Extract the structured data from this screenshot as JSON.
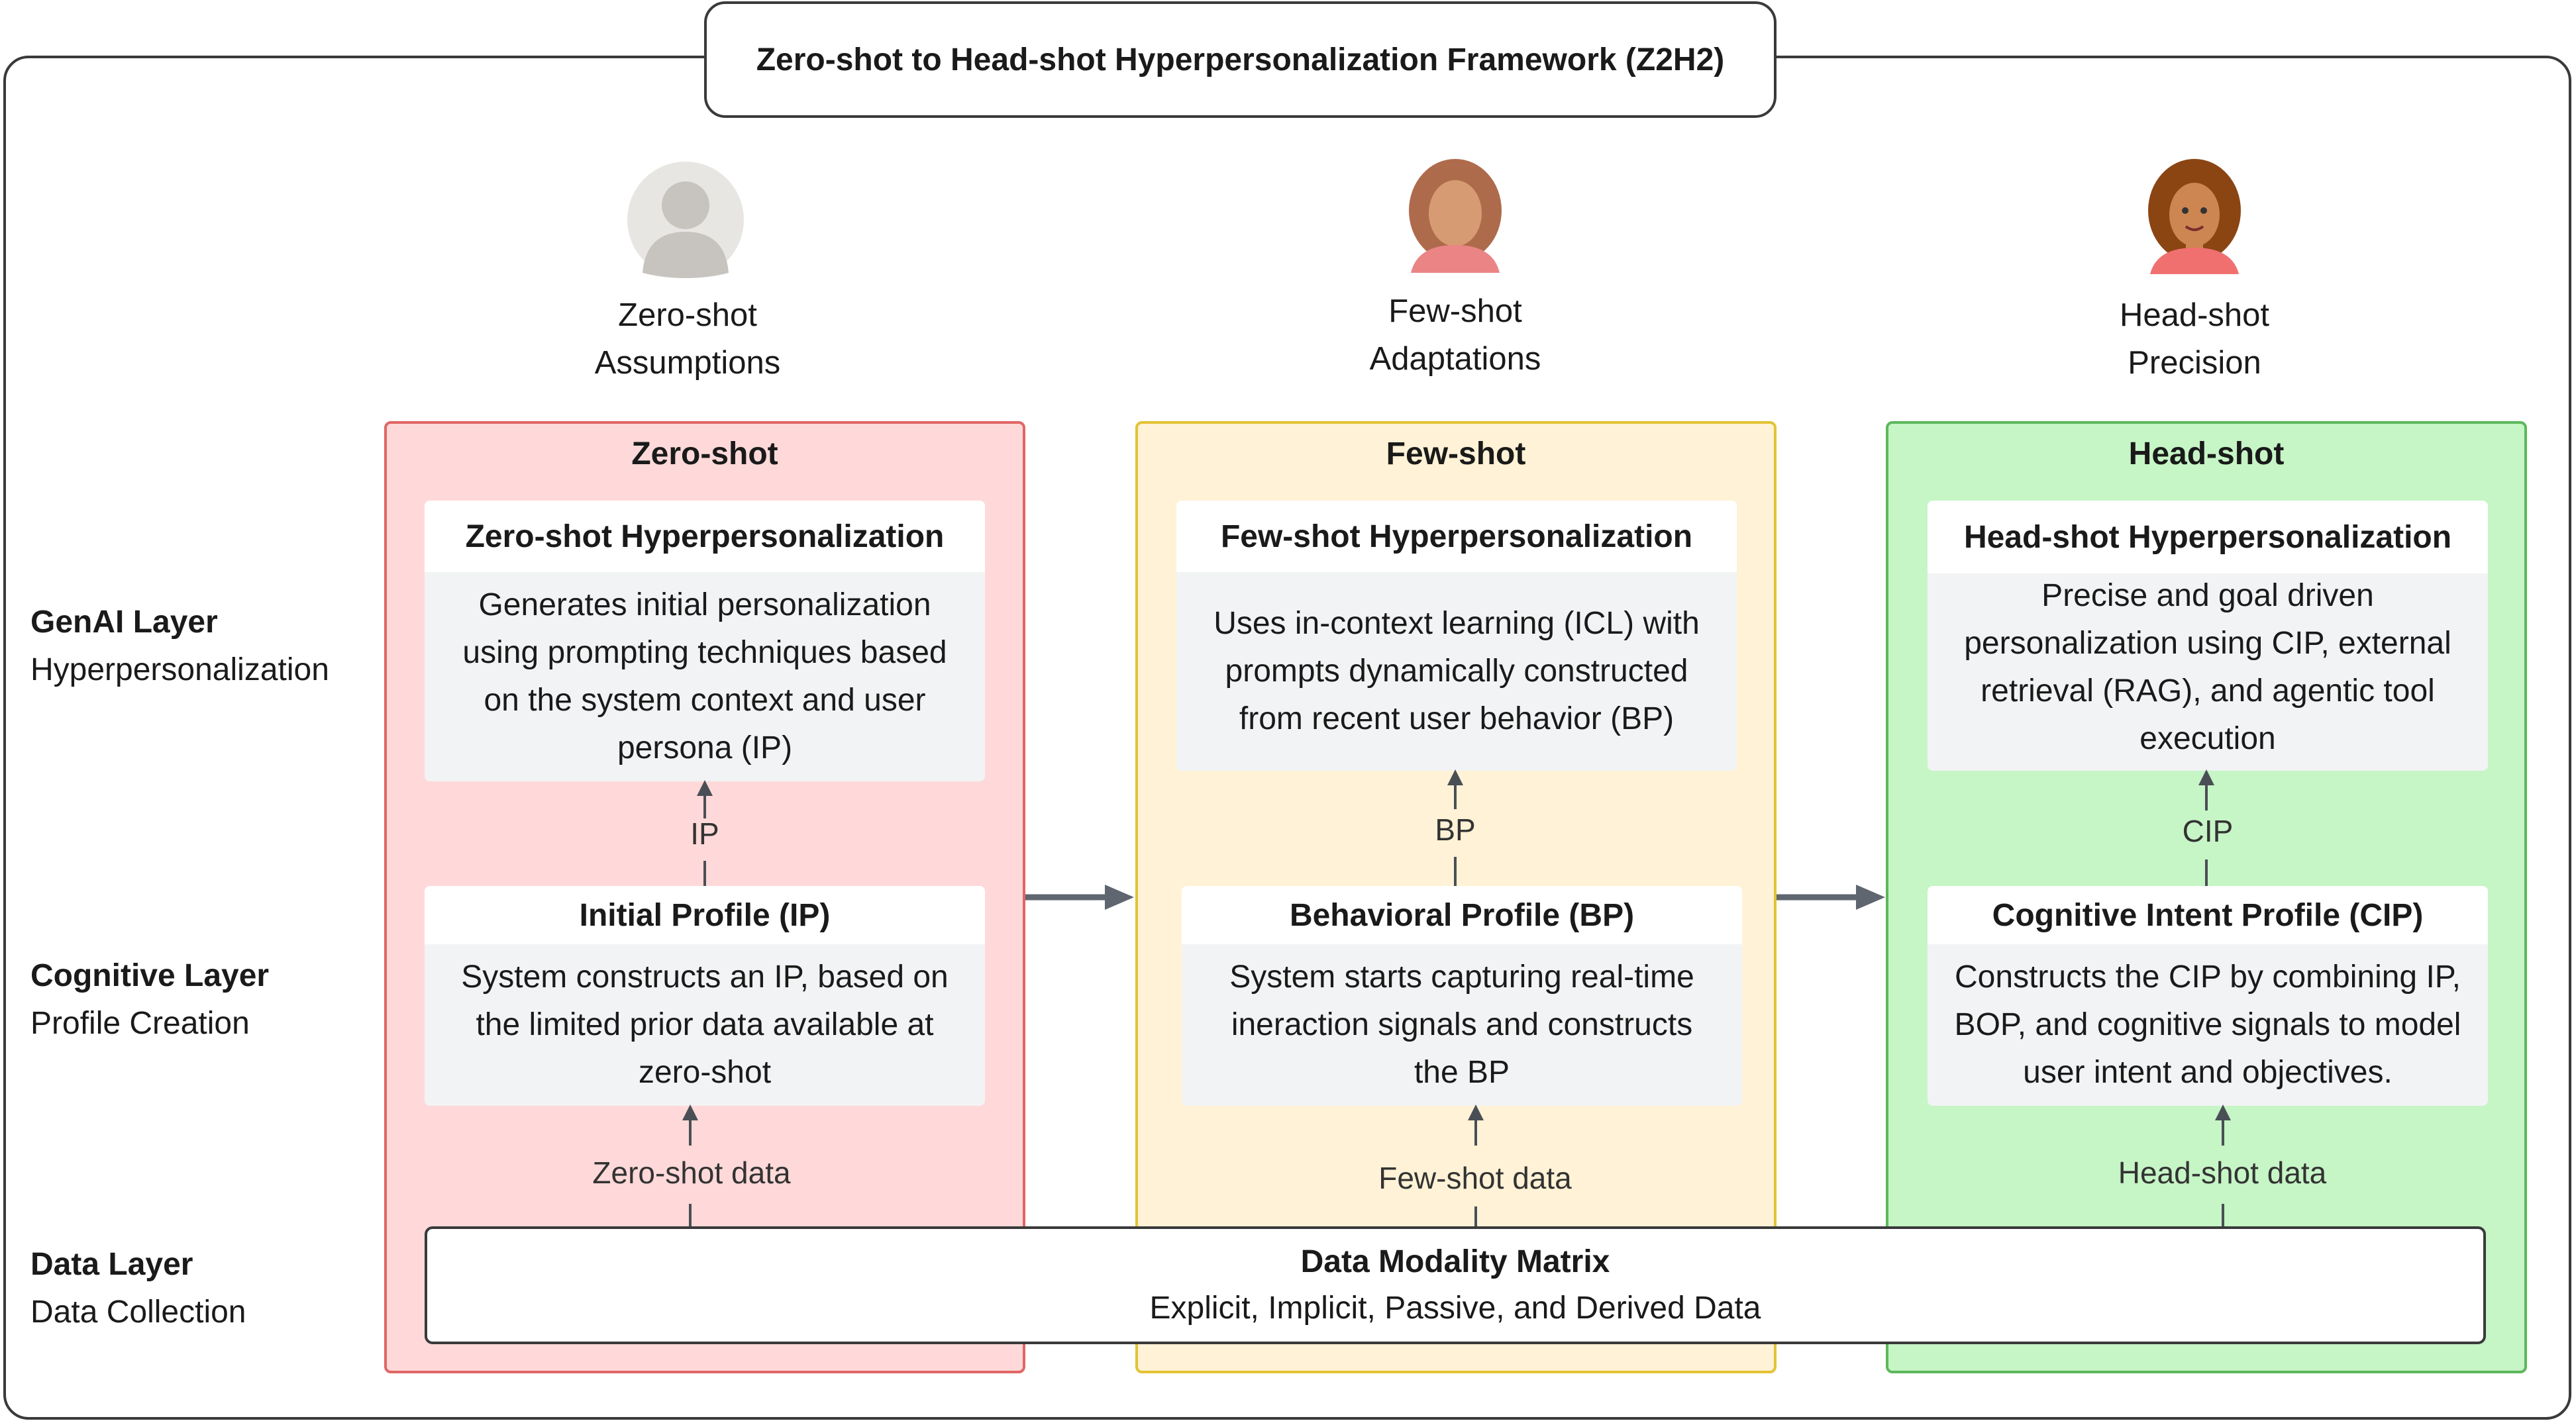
{
  "title": "Zero-shot to Head-shot Hyperpersonalization Framework (Z2H2)",
  "personas": [
    {
      "line1": "Zero-shot",
      "line2": "Assumptions",
      "icon": "generic-user-avatar"
    },
    {
      "line1": "Few-shot",
      "line2": "Adaptations",
      "icon": "blurred-woman-avatar"
    },
    {
      "line1": "Head-shot",
      "line2": "Precision",
      "icon": "clear-woman-avatar"
    }
  ],
  "layers": [
    {
      "title": "GenAI Layer",
      "subtitle": "Hyperpersonalization"
    },
    {
      "title": "Cognitive Layer",
      "subtitle": "Profile Creation"
    },
    {
      "title": "Data Layer",
      "subtitle": "Data Collection"
    }
  ],
  "columns": [
    {
      "title": "Zero-shot",
      "color": "#ffd9d9",
      "genai_title": "Zero-shot Hyperpersonalization",
      "genai_lines": [
        "Generates initial personalization",
        "using prompting techniques based",
        "on the system context and user",
        "persona (IP)"
      ],
      "arrow_label": "IP",
      "profile_title": "Initial Profile (IP)",
      "profile_lines": [
        "System constructs an IP, based on",
        "the limited prior data available at",
        "zero-shot"
      ],
      "data_label": "Zero-shot data"
    },
    {
      "title": "Few-shot",
      "color": "#fff2d6",
      "genai_title": "Few-shot Hyperpersonalization",
      "genai_lines": [
        "Uses in-context learning (ICL) with",
        "prompts dynamically constructed",
        "from recent user behavior (BP)"
      ],
      "arrow_label": "BP",
      "profile_title": "Behavioral Profile (BP)",
      "profile_lines": [
        "System starts capturing real-time",
        "ineraction signals and constructs",
        "the BP"
      ],
      "data_label": "Few-shot data"
    },
    {
      "title": "Head-shot",
      "color": "#c6f5c6",
      "genai_title": "Head-shot Hyperpersonalization",
      "genai_lines": [
        "Precise and goal driven",
        "personalization using CIP, external",
        "retrieval (RAG), and agentic tool",
        "execution"
      ],
      "arrow_label": "CIP",
      "profile_title": "Cognitive Intent Profile (CIP)",
      "profile_lines": [
        "Constructs the CIP by combining IP,",
        "BOP, and cognitive signals to model",
        "user intent and objectives."
      ],
      "data_label": "Head-shot data"
    }
  ],
  "matrix": {
    "title": "Data Modality Matrix",
    "subtitle": "Explicit, Implicit, Passive, and Derived Data"
  }
}
